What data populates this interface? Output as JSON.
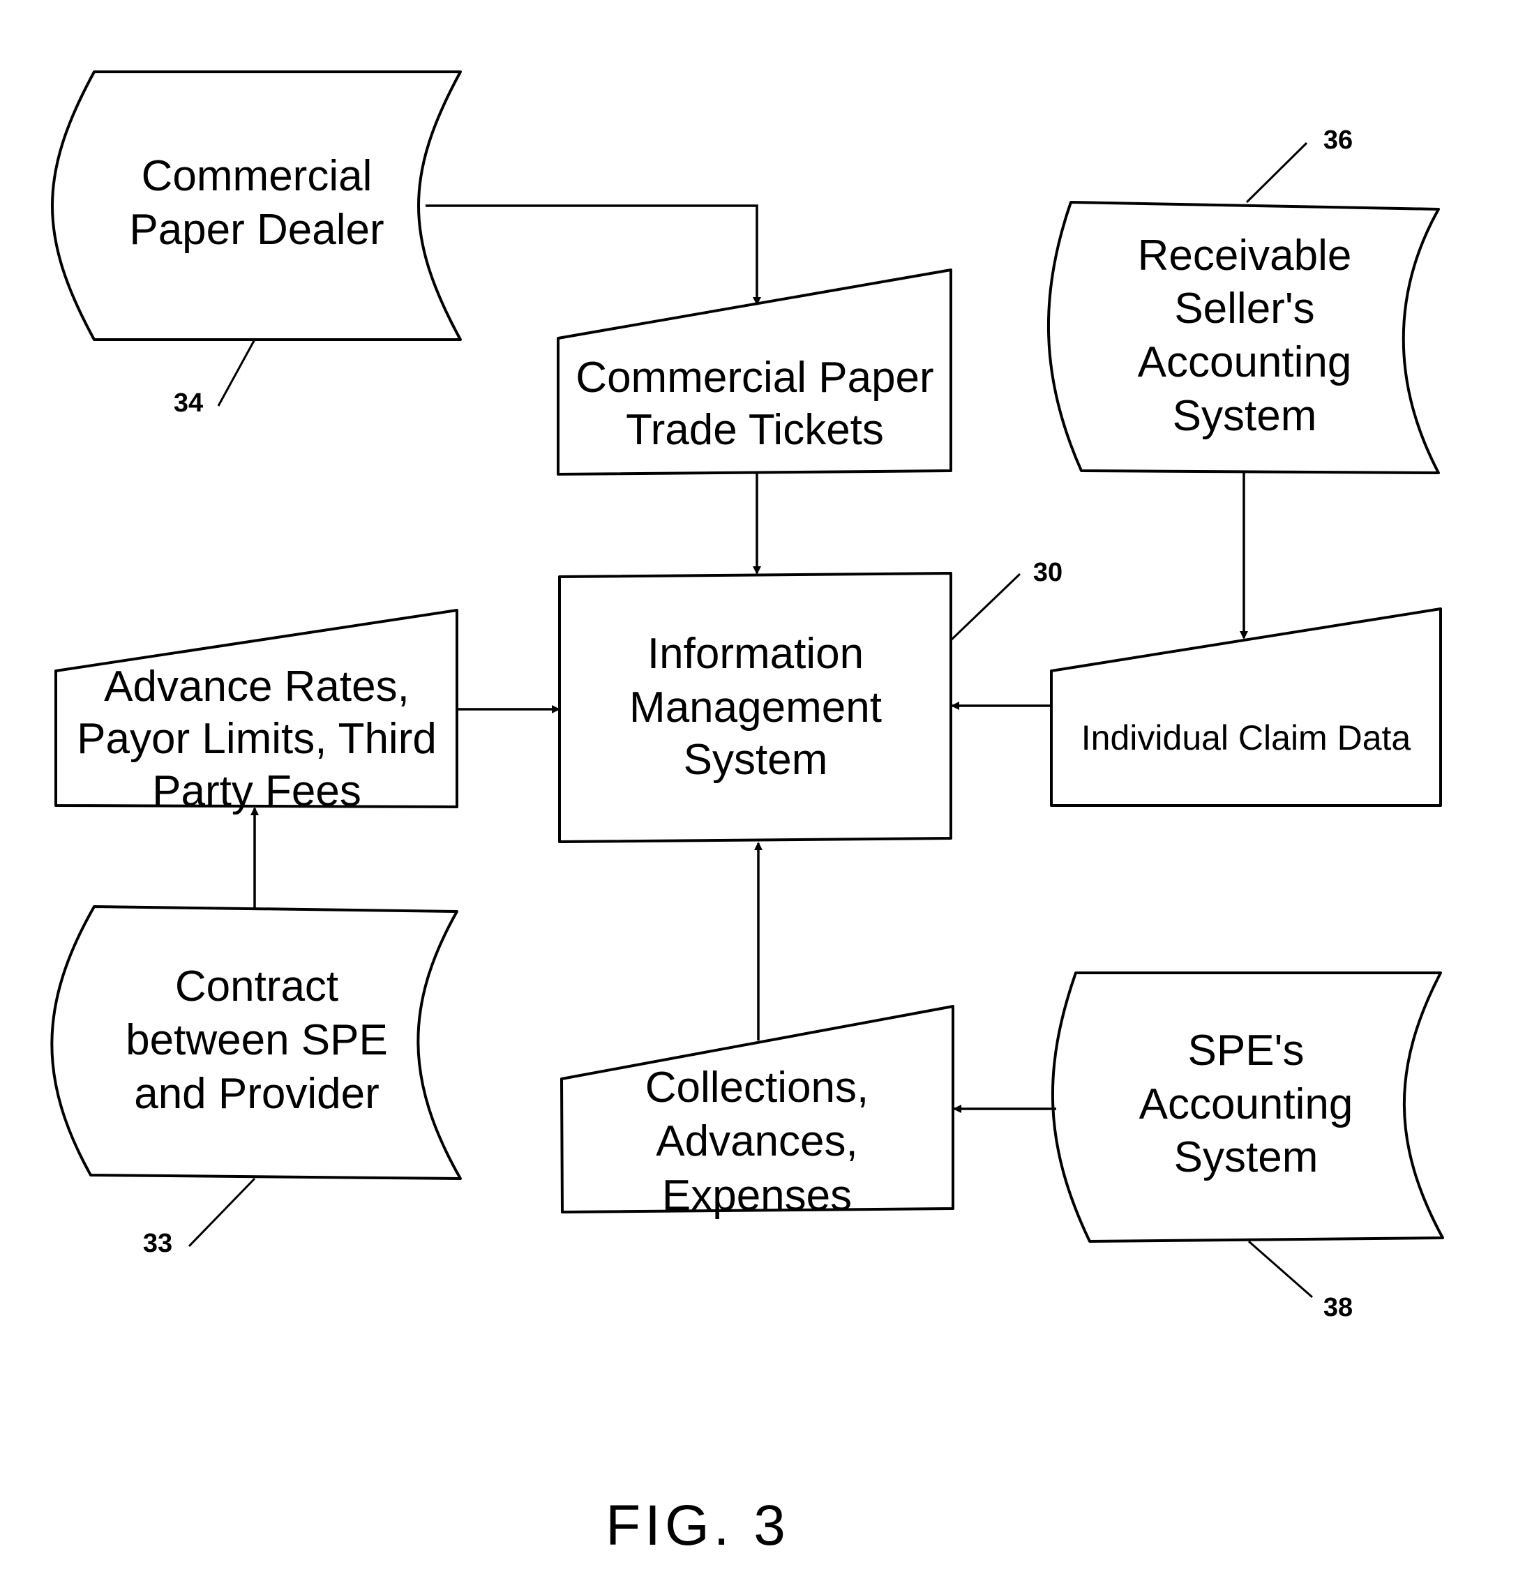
{
  "figure": {
    "caption": "FIG. 3"
  },
  "nodes": {
    "commercial_paper_dealer": {
      "lines": [
        "Commercial",
        "Paper Dealer"
      ],
      "ref": "34"
    },
    "trade_tickets": {
      "lines": [
        "Commercial Paper",
        "Trade Tickets"
      ]
    },
    "receivable_seller_accounting": {
      "lines": [
        "Receivable",
        "Seller's",
        "Accounting",
        "System"
      ],
      "ref": "36"
    },
    "information_management_system": {
      "lines": [
        "Information",
        "Management",
        "System"
      ],
      "ref": "30"
    },
    "advance_rates": {
      "lines": [
        "Advance Rates,",
        "Payor Limits, Third",
        "Party Fees"
      ]
    },
    "individual_claim_data": {
      "lines": [
        "Individual Claim Data"
      ]
    },
    "contract_spe_provider": {
      "lines": [
        "Contract",
        "between SPE",
        "and Provider"
      ],
      "ref": "33"
    },
    "collections_advances_expenses": {
      "lines": [
        "Collections,",
        "Advances,",
        "Expenses"
      ]
    },
    "spe_accounting": {
      "lines": [
        "SPE's",
        "Accounting",
        "System"
      ],
      "ref": "38"
    }
  }
}
